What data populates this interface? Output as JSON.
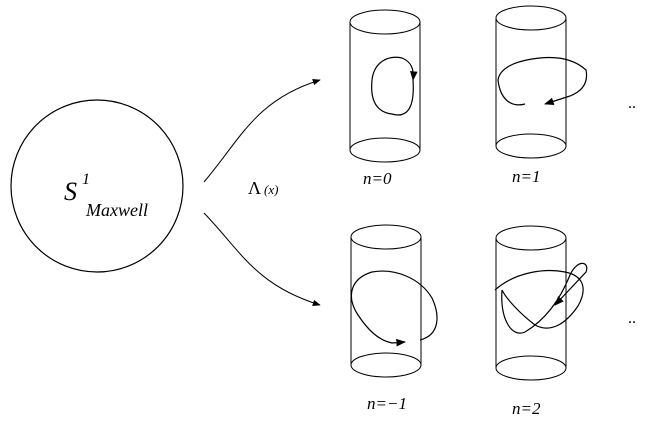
{
  "circle": {
    "symbol": "S",
    "superscript": "1",
    "subscript": "Maxwell"
  },
  "map_label": {
    "symbol": "Λ",
    "argument": "(x)"
  },
  "cylinders": [
    {
      "label": "n=0"
    },
    {
      "label": "n=1"
    },
    {
      "label": "n=−1"
    },
    {
      "label": "n=2"
    }
  ],
  "ellipsis": {
    "top": "..",
    "bottom": ".."
  }
}
